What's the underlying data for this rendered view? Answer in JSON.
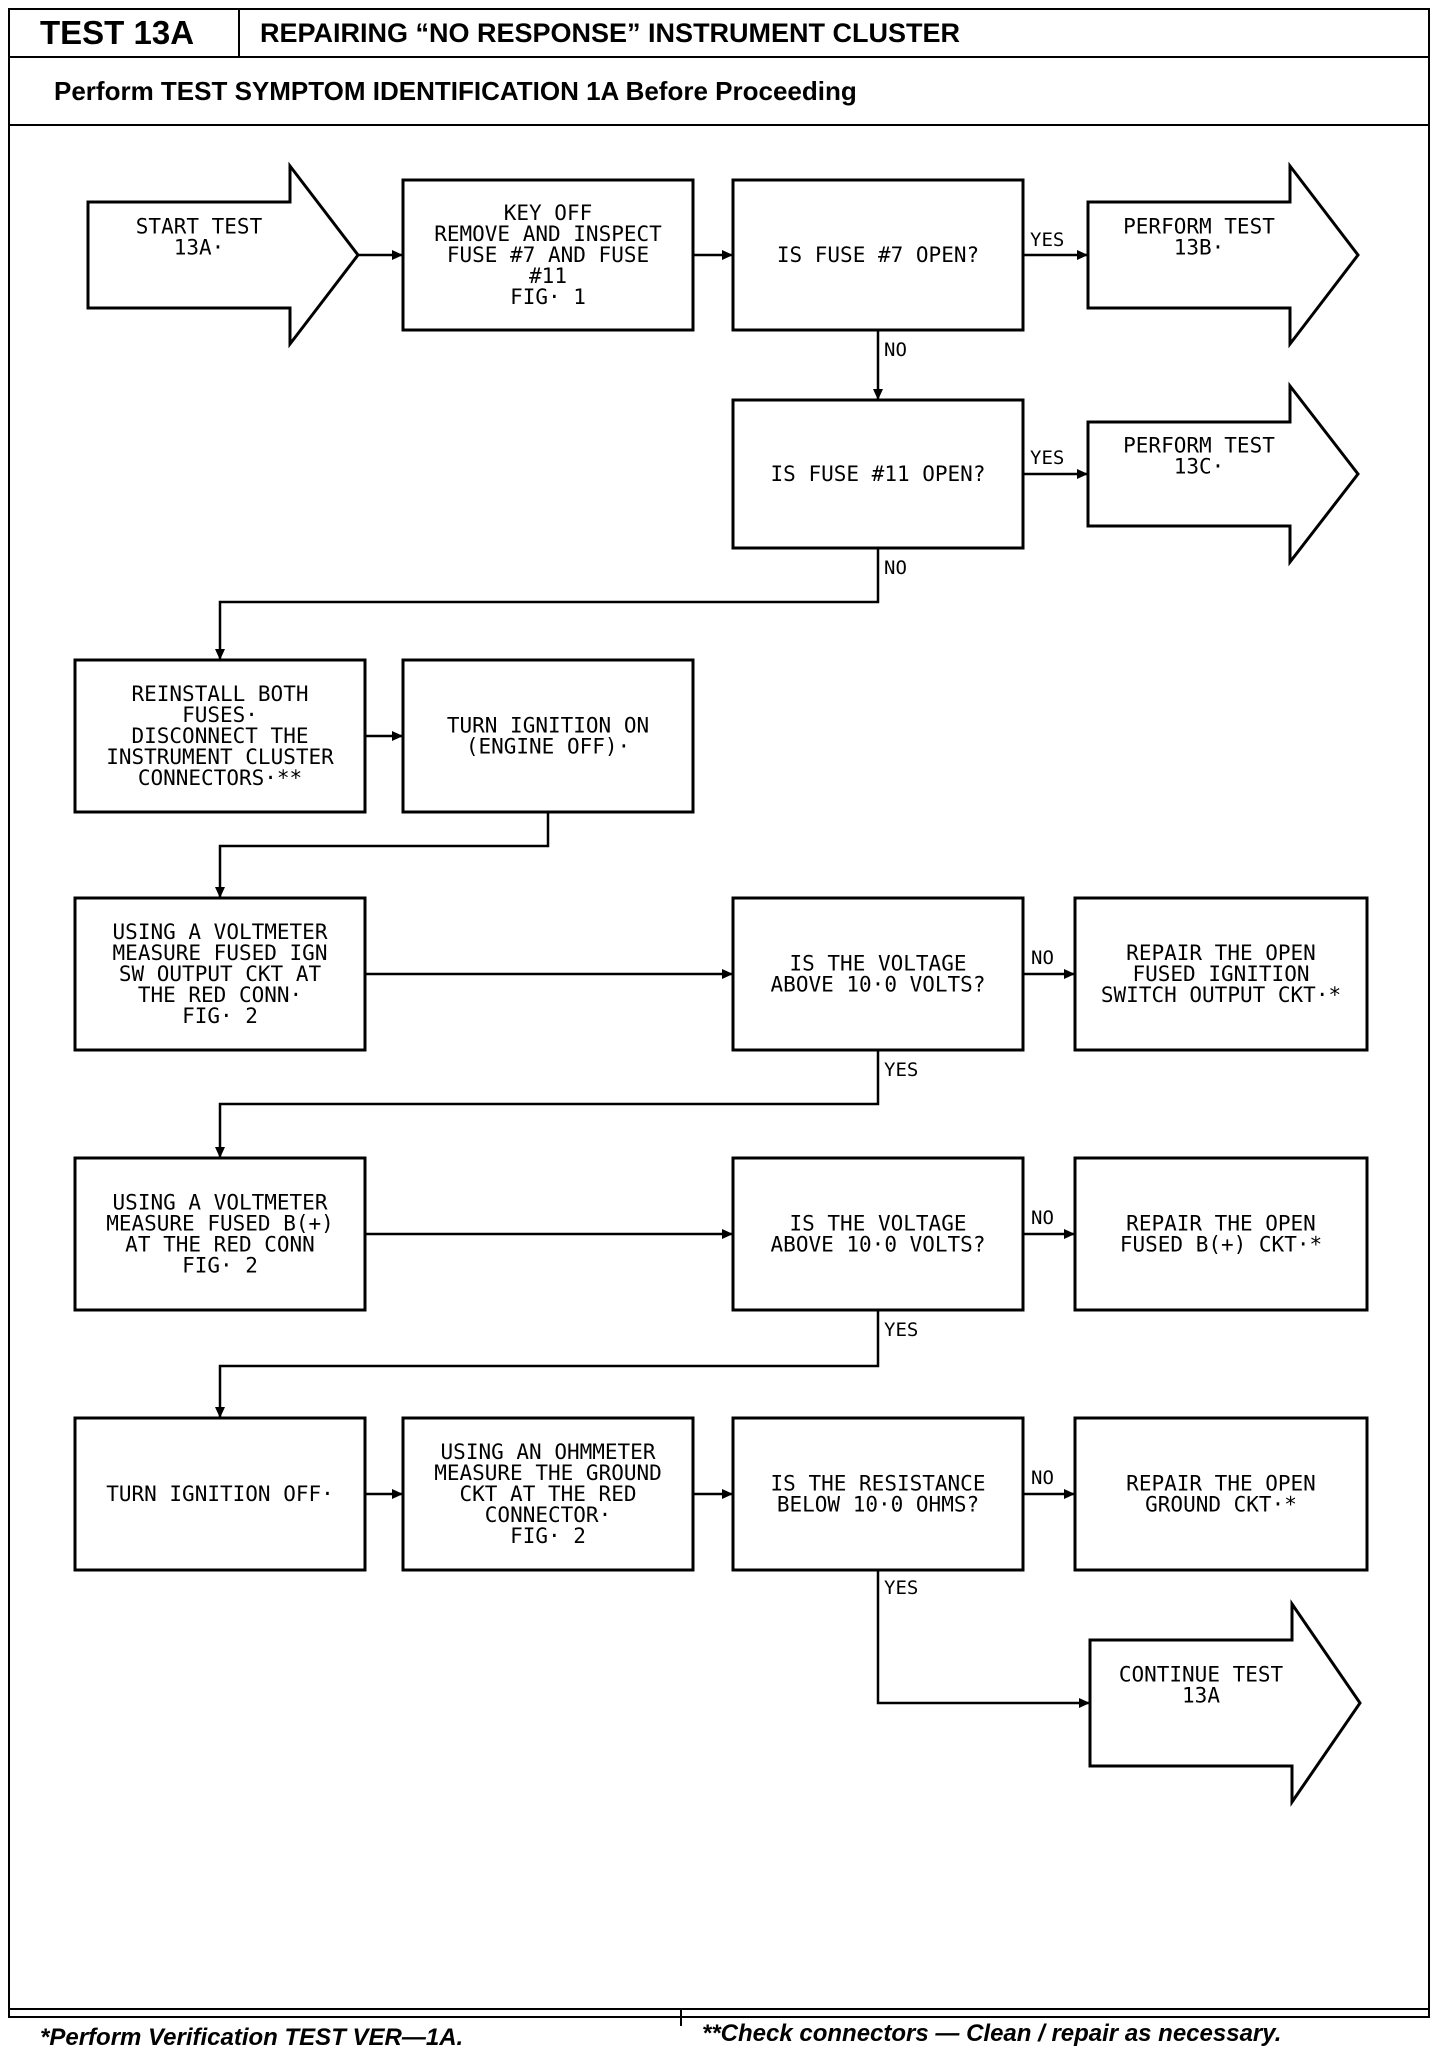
{
  "header": {
    "test_id": "TEST 13A",
    "title": "REPAIRING “NO RESPONSE” INSTRUMENT CLUSTER",
    "subtitle": "Perform TEST SYMPTOM IDENTIFICATION 1A Before Proceeding"
  },
  "footer": {
    "left": "*Perform Verification TEST VER—1A.",
    "right": "**Check connectors — Clean / repair as necessary."
  },
  "flowchart": {
    "nodes": [
      {
        "id": "start",
        "shape": "arrow",
        "lines": [
          "START TEST",
          "13A·"
        ]
      },
      {
        "id": "key-off",
        "shape": "box",
        "lines": [
          "KEY OFF",
          "REMOVE AND INSPECT",
          "FUSE #7 AND FUSE",
          "#11",
          "FIG· 1"
        ]
      },
      {
        "id": "fuse7-q",
        "shape": "box",
        "lines": [
          "IS FUSE #7 OPEN?"
        ]
      },
      {
        "id": "test-13b",
        "shape": "arrow",
        "lines": [
          "PERFORM TEST",
          "13B·"
        ]
      },
      {
        "id": "fuse11-q",
        "shape": "box",
        "lines": [
          "IS FUSE #11 OPEN?"
        ]
      },
      {
        "id": "test-13c",
        "shape": "arrow",
        "lines": [
          "PERFORM TEST",
          "13C·"
        ]
      },
      {
        "id": "reinstall",
        "shape": "box",
        "lines": [
          "REINSTALL BOTH",
          "FUSES·",
          "DISCONNECT THE",
          "INSTRUMENT CLUSTER",
          "CONNECTORS·**"
        ]
      },
      {
        "id": "ign-on",
        "shape": "box",
        "lines": [
          "TURN IGNITION ON",
          "(ENGINE OFF)·"
        ]
      },
      {
        "id": "measure-ign",
        "shape": "box",
        "lines": [
          "USING A VOLTMETER",
          "MEASURE FUSED IGN",
          "SW OUTPUT CKT AT",
          "THE RED CONN·",
          "FIG· 2"
        ]
      },
      {
        "id": "volt-q1",
        "shape": "box",
        "lines": [
          "IS THE VOLTAGE",
          "ABOVE 10·0 VOLTS?"
        ]
      },
      {
        "id": "repair-ign",
        "shape": "box",
        "lines": [
          "REPAIR THE OPEN",
          "FUSED IGNITION",
          "SWITCH OUTPUT CKT·*"
        ]
      },
      {
        "id": "measure-bplus",
        "shape": "box",
        "lines": [
          "USING A VOLTMETER",
          "MEASURE FUSED B(+)",
          "AT THE RED CONN",
          "FIG· 2"
        ]
      },
      {
        "id": "volt-q2",
        "shape": "box",
        "lines": [
          "IS THE VOLTAGE",
          "ABOVE 10·0 VOLTS?"
        ]
      },
      {
        "id": "repair-bplus",
        "shape": "box",
        "lines": [
          "REPAIR THE OPEN",
          "FUSED B(+) CKT·*"
        ]
      },
      {
        "id": "ign-off",
        "shape": "box",
        "lines": [
          "TURN IGNITION OFF·"
        ]
      },
      {
        "id": "measure-ground",
        "shape": "box",
        "lines": [
          "USING AN OHMMETER",
          "MEASURE THE GROUND",
          "CKT AT THE RED",
          "CONNECTOR·",
          "FIG· 2"
        ]
      },
      {
        "id": "resist-q",
        "shape": "box",
        "lines": [
          "IS THE RESISTANCE",
          "BELOW 10·0 OHMS?"
        ]
      },
      {
        "id": "repair-ground",
        "shape": "box",
        "lines": [
          "REPAIR THE OPEN",
          "GROUND CKT·*"
        ]
      },
      {
        "id": "continue",
        "shape": "arrow",
        "lines": [
          "CONTINUE TEST",
          "13A"
        ]
      }
    ],
    "edges": [
      {
        "id": "e1",
        "from": "start",
        "to": "key-off",
        "label": ""
      },
      {
        "id": "e2",
        "from": "key-off",
        "to": "fuse7-q",
        "label": ""
      },
      {
        "id": "e3",
        "from": "fuse7-q",
        "to": "test-13b",
        "label": "YES"
      },
      {
        "id": "e4",
        "from": "fuse7-q",
        "to": "fuse11-q",
        "label": "NO"
      },
      {
        "id": "e5",
        "from": "fuse11-q",
        "to": "test-13c",
        "label": "YES"
      },
      {
        "id": "e6",
        "from": "fuse11-q",
        "to": "reinstall",
        "label": "NO"
      },
      {
        "id": "e7",
        "from": "reinstall",
        "to": "ign-on",
        "label": ""
      },
      {
        "id": "e8",
        "from": "ign-on",
        "to": "measure-ign",
        "label": ""
      },
      {
        "id": "e9",
        "from": "measure-ign",
        "to": "volt-q1",
        "label": ""
      },
      {
        "id": "e10",
        "from": "volt-q1",
        "to": "repair-ign",
        "label": "NO"
      },
      {
        "id": "e11",
        "from": "volt-q1",
        "to": "measure-bplus",
        "label": "YES"
      },
      {
        "id": "e12",
        "from": "measure-bplus",
        "to": "volt-q2",
        "label": ""
      },
      {
        "id": "e13",
        "from": "volt-q2",
        "to": "repair-bplus",
        "label": "NO"
      },
      {
        "id": "e14",
        "from": "volt-q2",
        "to": "ign-off",
        "label": "YES"
      },
      {
        "id": "e15",
        "from": "ign-off",
        "to": "measure-ground",
        "label": ""
      },
      {
        "id": "e16",
        "from": "measure-ground",
        "to": "resist-q",
        "label": ""
      },
      {
        "id": "e17",
        "from": "resist-q",
        "to": "repair-ground",
        "label": "NO"
      },
      {
        "id": "e18",
        "from": "resist-q",
        "to": "continue",
        "label": "YES"
      }
    ]
  }
}
